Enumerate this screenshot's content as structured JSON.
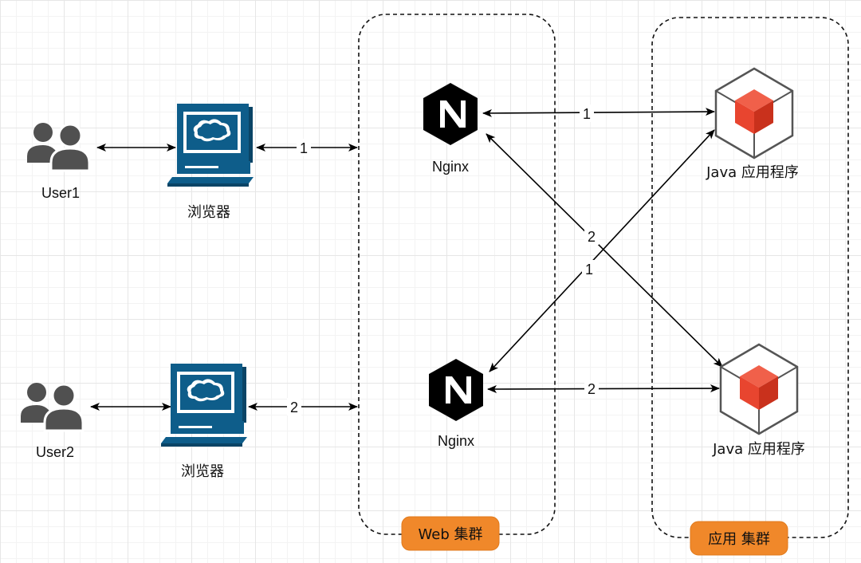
{
  "users": [
    {
      "name": "User1"
    },
    {
      "name": "User2"
    }
  ],
  "browsers": [
    {
      "label": "浏览器"
    },
    {
      "label": "浏览器"
    }
  ],
  "nginx": [
    {
      "label": "Nginx"
    },
    {
      "label": "Nginx"
    }
  ],
  "java_apps": [
    {
      "label": "Java 应用程序"
    },
    {
      "label": "Java 应用程序"
    }
  ],
  "groups": {
    "web": "Web 集群",
    "app": "应用 集群"
  },
  "edges": {
    "browser1_to_web": "1",
    "browser2_to_web": "2",
    "nginx1_to_java1": "1",
    "nginx2_to_java2": "2",
    "nginx1_to_java2": "2",
    "java1_to_nginx2": "1"
  },
  "colors": {
    "computer_blue": "#0e5d8a",
    "user_gray": "#505050",
    "cube_red": "#e8452f",
    "badge_orange": "#f0882a"
  },
  "icons": {
    "user": "users-icon",
    "browser": "computer-icon",
    "nginx": "nginx-icon",
    "java": "cube-icon"
  }
}
